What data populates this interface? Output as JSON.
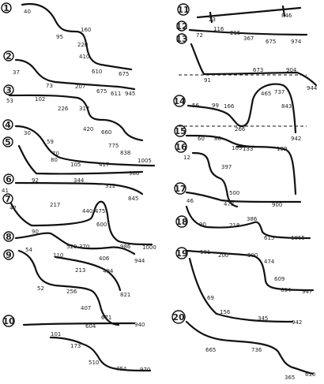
{
  "curves": [
    {
      "id": "1",
      "values": [
        "40",
        "95",
        "160",
        "220",
        "410",
        "610",
        "675"
      ]
    },
    {
      "id": "2",
      "values": [
        "37",
        "73",
        "207",
        "675",
        "611",
        "945"
      ]
    },
    {
      "id": "3",
      "values": [
        "53",
        "102",
        "226",
        "317",
        "420",
        "660",
        "775",
        "838"
      ]
    },
    {
      "id": "4",
      "values": [
        "30",
        "59",
        "70",
        "80",
        "105",
        "417",
        "1005"
      ]
    },
    {
      "id": "5",
      "values": [
        "92",
        "344",
        "312",
        "986"
      ]
    },
    {
      "id": "6",
      "values": [
        "41",
        "217",
        "440",
        "475",
        "600",
        "845"
      ]
    },
    {
      "id": "7",
      "values": [
        "47",
        "90",
        "520",
        "370",
        "406",
        "1000"
      ]
    },
    {
      "id": "8",
      "values": [
        "54",
        "110",
        "213",
        "494",
        "944"
      ]
    },
    {
      "id": "9",
      "values": [
        "52",
        "256",
        "407",
        "604",
        "671",
        "821"
      ]
    },
    {
      "id": "10",
      "values": [
        "101",
        "173",
        "510",
        "754",
        "940",
        "970"
      ]
    },
    {
      "id": "11",
      "values": [
        "23",
        "846"
      ]
    },
    {
      "id": "12",
      "values": [
        "72",
        "116",
        "215",
        "367",
        "675",
        "974"
      ]
    },
    {
      "id": "13",
      "values": [
        "91",
        "673",
        "904",
        "944"
      ]
    },
    {
      "id": "14",
      "values": [
        "56",
        "99",
        "166",
        "266",
        "465",
        "737",
        "843",
        "942"
      ]
    },
    {
      "id": "15",
      "values": [
        "60",
        "86",
        "105",
        "133",
        "199"
      ]
    },
    {
      "id": "16",
      "values": [
        "12",
        "397",
        "500",
        "473",
        "900"
      ]
    },
    {
      "id": "17",
      "values": [
        "46",
        "90",
        "218",
        "386",
        "615",
        "1065"
      ]
    },
    {
      "id": "18",
      "values": [
        "101",
        "200",
        "300",
        "474",
        "609",
        "694",
        "947"
      ]
    },
    {
      "id": "19",
      "values": [
        "69",
        "156",
        "345",
        "942"
      ]
    },
    {
      "id": "20",
      "values": [
        "665",
        "736",
        "365",
        "610"
      ]
    }
  ]
}
